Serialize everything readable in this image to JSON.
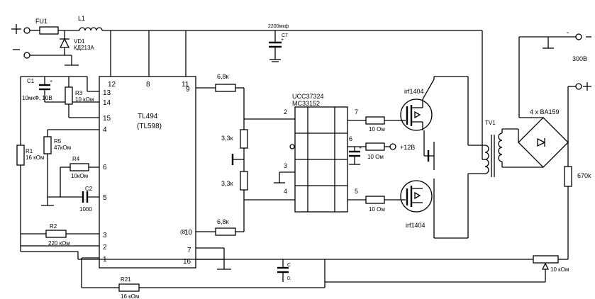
{
  "terminals": {
    "plus": "+",
    "minus": "-"
  },
  "fuse": {
    "ref": "FU1"
  },
  "inductor": {
    "ref": "L1"
  },
  "diode_vd1": {
    "ref": "VD1",
    "part": "КД213А"
  },
  "cap_c7": {
    "value": "2200мкф",
    "ref": "C7"
  },
  "cap_c1": {
    "ref": "C1",
    "value": "10мкФ, 10В"
  },
  "res_r3": {
    "ref": "R3",
    "value": "10 кОм"
  },
  "res_r5": {
    "ref": "R5",
    "value": "47кОм"
  },
  "res_r4": {
    "ref": "R4",
    "value": "10кОм"
  },
  "res_r1": {
    "ref": "R1",
    "value": "16 кОм"
  },
  "cap_c2": {
    "ref": "C2",
    "value": "1000"
  },
  "res_r2": {
    "ref": "R2",
    "value": "220 кОм"
  },
  "res_r21": {
    "ref": "R21",
    "value": "16 кОм"
  },
  "ic_tl494": {
    "name": "TL494",
    "alt": "(TL598)",
    "note": "(8)",
    "pins": {
      "p12": "12",
      "p8": "8",
      "p11": "11",
      "p13": "13",
      "p14": "14",
      "p15": "15",
      "p4": "4",
      "p6": "6",
      "p5": "5",
      "p3": "3",
      "p2": "2",
      "p1": "1",
      "p9": "9",
      "p10": "10",
      "p7": "7",
      "p16": "16"
    }
  },
  "res_68k_top": {
    "value": "6,8к"
  },
  "res_68k_bottom": {
    "value": "6,8к"
  },
  "res_33k_top": {
    "value": "3,3к"
  },
  "res_33k_bottom": {
    "value": "3,3к"
  },
  "driver": {
    "line1": "UCC37324",
    "line2": "MC33152",
    "pins": {
      "p2": "2",
      "p3": "3",
      "p4": "4",
      "p7": "7",
      "p6": "6",
      "p5": "5"
    }
  },
  "res_gate_top": {
    "value": "10 Ом"
  },
  "res_gate_bottom": {
    "value": "10 Ом"
  },
  "cap_driver": {
    "value": "10 Ом"
  },
  "supply_12v": {
    "label": "+12В"
  },
  "mosfet_top": {
    "part": "irf1404"
  },
  "mosfet_bottom": {
    "part": "irf1404"
  },
  "transformer": {
    "ref": "TV1"
  },
  "bridge": {
    "label": "4 x BA159"
  },
  "output": {
    "voltage": "300В"
  },
  "res_670k": {
    "value": "670k"
  },
  "pot_10k": {
    "value": "10 кОм"
  },
  "cap_c": {
    "ref": "C",
    "value": "0."
  }
}
